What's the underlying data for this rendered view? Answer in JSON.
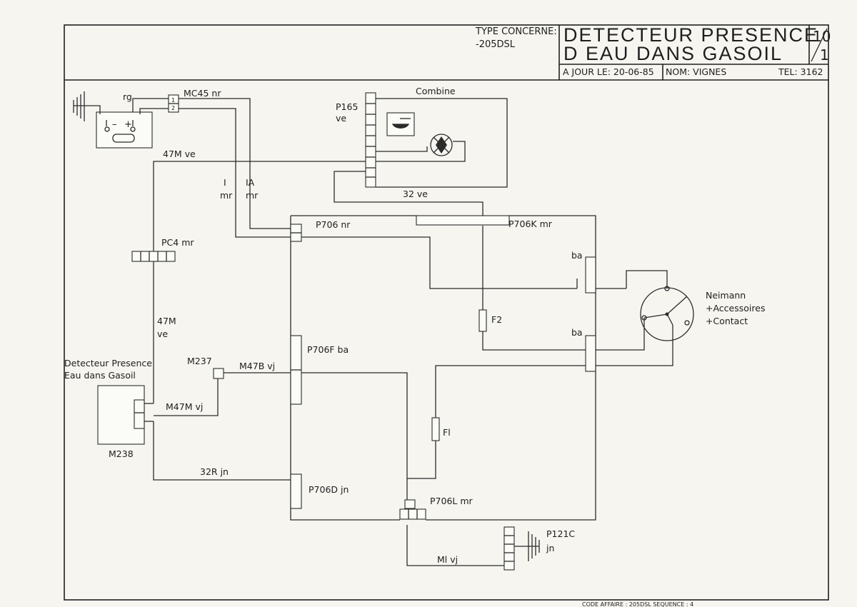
{
  "title_block": {
    "type_concerne": "TYPE CONCERNE:",
    "model": "-205DSL",
    "title_line1": "DETECTEUR PRESENCE",
    "title_line2": "D EAU DANS GASOIL",
    "sheet_number": "10",
    "sheet_index": "1",
    "updated": "A JOUR LE: 20-06-85",
    "name": "NOM: VIGNES",
    "tel": "TEL: 3162"
  },
  "components": {
    "mc45": "MC45 nr",
    "rg": "rg",
    "combine": "Combine",
    "p165": "P165",
    "p165_color": "ve",
    "w47m_top": "47M ve",
    "w_i": "I",
    "w_i_mr": "mr",
    "w_ia": "IA",
    "w_ia_mr": "mr",
    "w32ve": "32 ve",
    "p706": "P706 nr",
    "p706k": "P706K mr",
    "pc4": "PC4 mr",
    "ba_top": "ba",
    "ba_bottom": "ba",
    "f2": "F2",
    "f1": "Fl",
    "neimann1": "Neimann",
    "neimann2": "+Accessoires",
    "neimann3": "+Contact",
    "w47m_left": "47M",
    "w47m_left_ve": "ve",
    "m237": "M237",
    "m47b": "M47B vj",
    "p706f": "P706F ba",
    "detecteur1": "Detecteur Presence",
    "detecteur2": "Eau dans Gasoil",
    "m47m": "M47M vj",
    "m238": "M238",
    "w32r": "32R jn",
    "p706d": "P706D jn",
    "p706l": "P706L mr",
    "p121c": "P121C",
    "p121c_color": "jn",
    "m1vj": "Ml vj"
  },
  "footer": {
    "code": "CODE AFFAIRE : 205DSL SEQUENCE : 4"
  }
}
